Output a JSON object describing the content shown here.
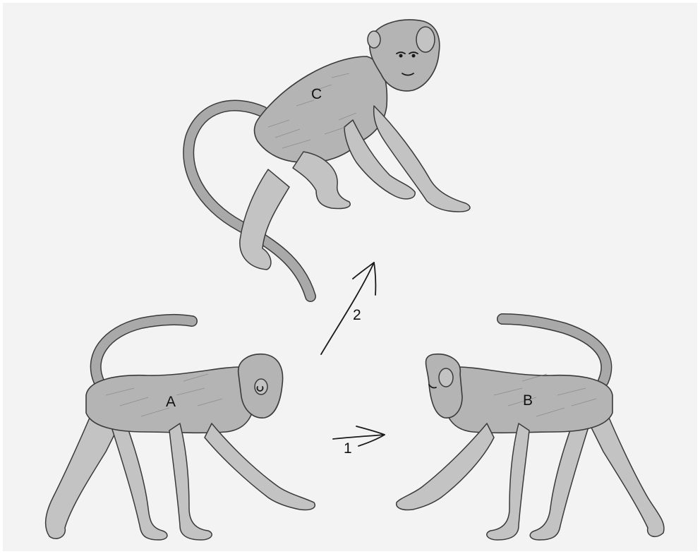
{
  "figure": {
    "labels": {
      "a": "A",
      "b": "B",
      "c": "C"
    },
    "arrows": {
      "first": "1",
      "second": "2"
    }
  }
}
